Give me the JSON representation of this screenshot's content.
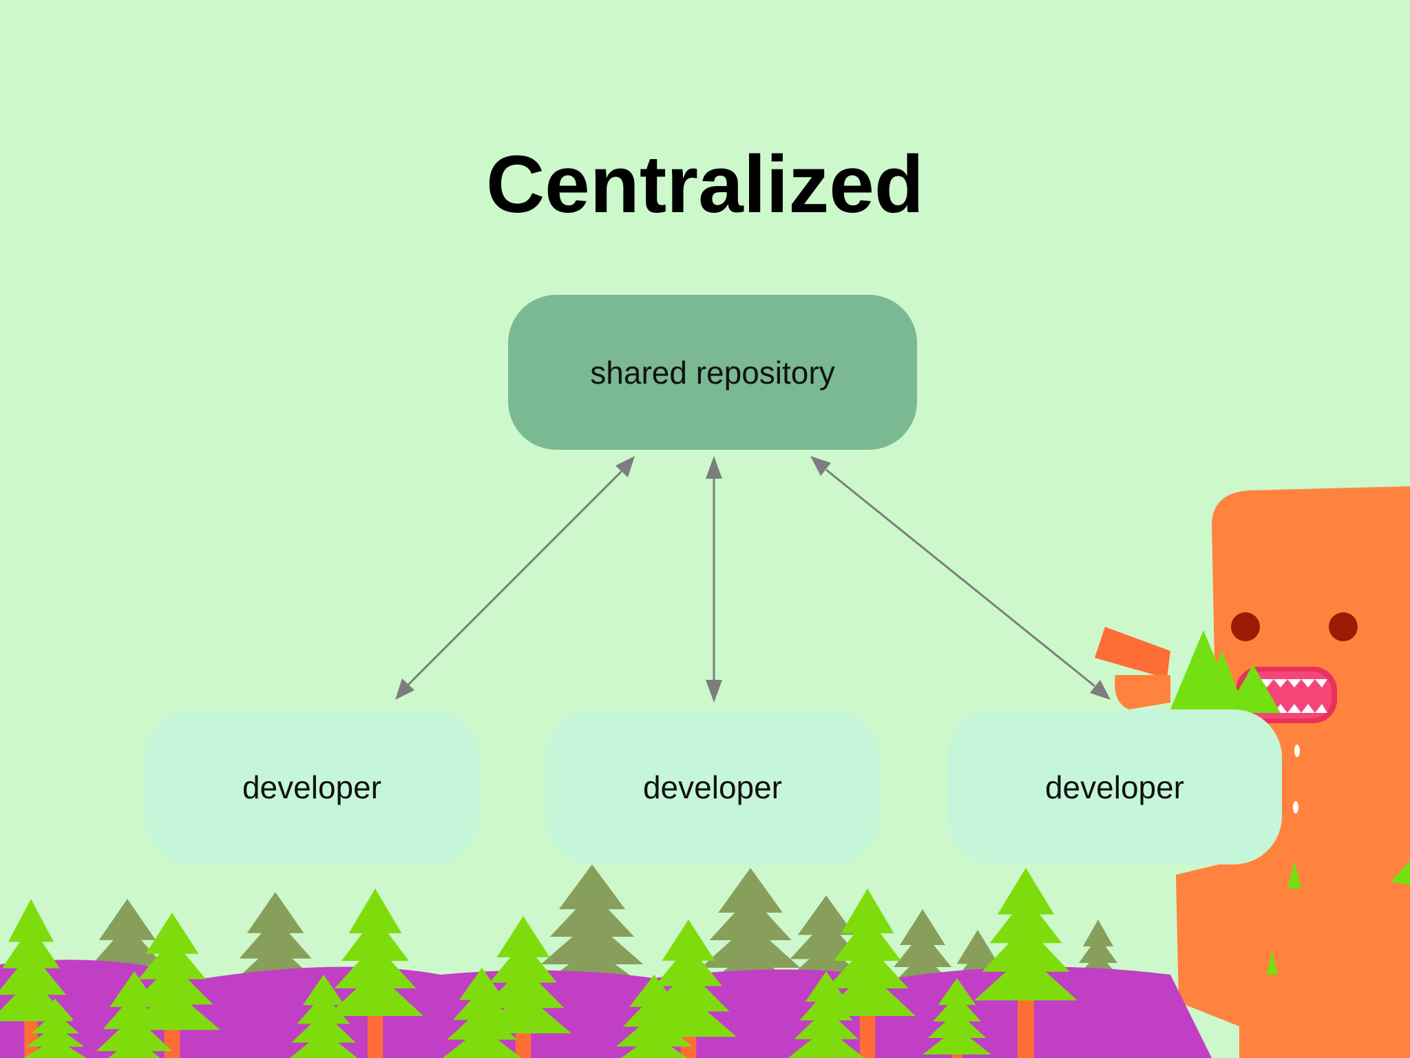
{
  "slide": {
    "title": "Centralized"
  },
  "diagram": {
    "repository": {
      "label": "shared repository"
    },
    "developers": [
      {
        "label": "developer"
      },
      {
        "label": "developer"
      },
      {
        "label": "developer"
      }
    ],
    "edges": [
      {
        "from": "repository",
        "to": "developer-1",
        "direction": "both"
      },
      {
        "from": "repository",
        "to": "developer-2",
        "direction": "both"
      },
      {
        "from": "repository",
        "to": "developer-3",
        "direction": "both"
      }
    ]
  },
  "colors": {
    "background": "#ccf8cb",
    "repository_node": "#7ab991",
    "developer_node": "#c6f6d9",
    "arrow": "#7d7d7d",
    "hills": "#c13fc4",
    "tree_light": "#7fdc0c",
    "tree_dark": "#889e5b",
    "trunk": "#ff6d36",
    "monster": "#ff833f"
  }
}
